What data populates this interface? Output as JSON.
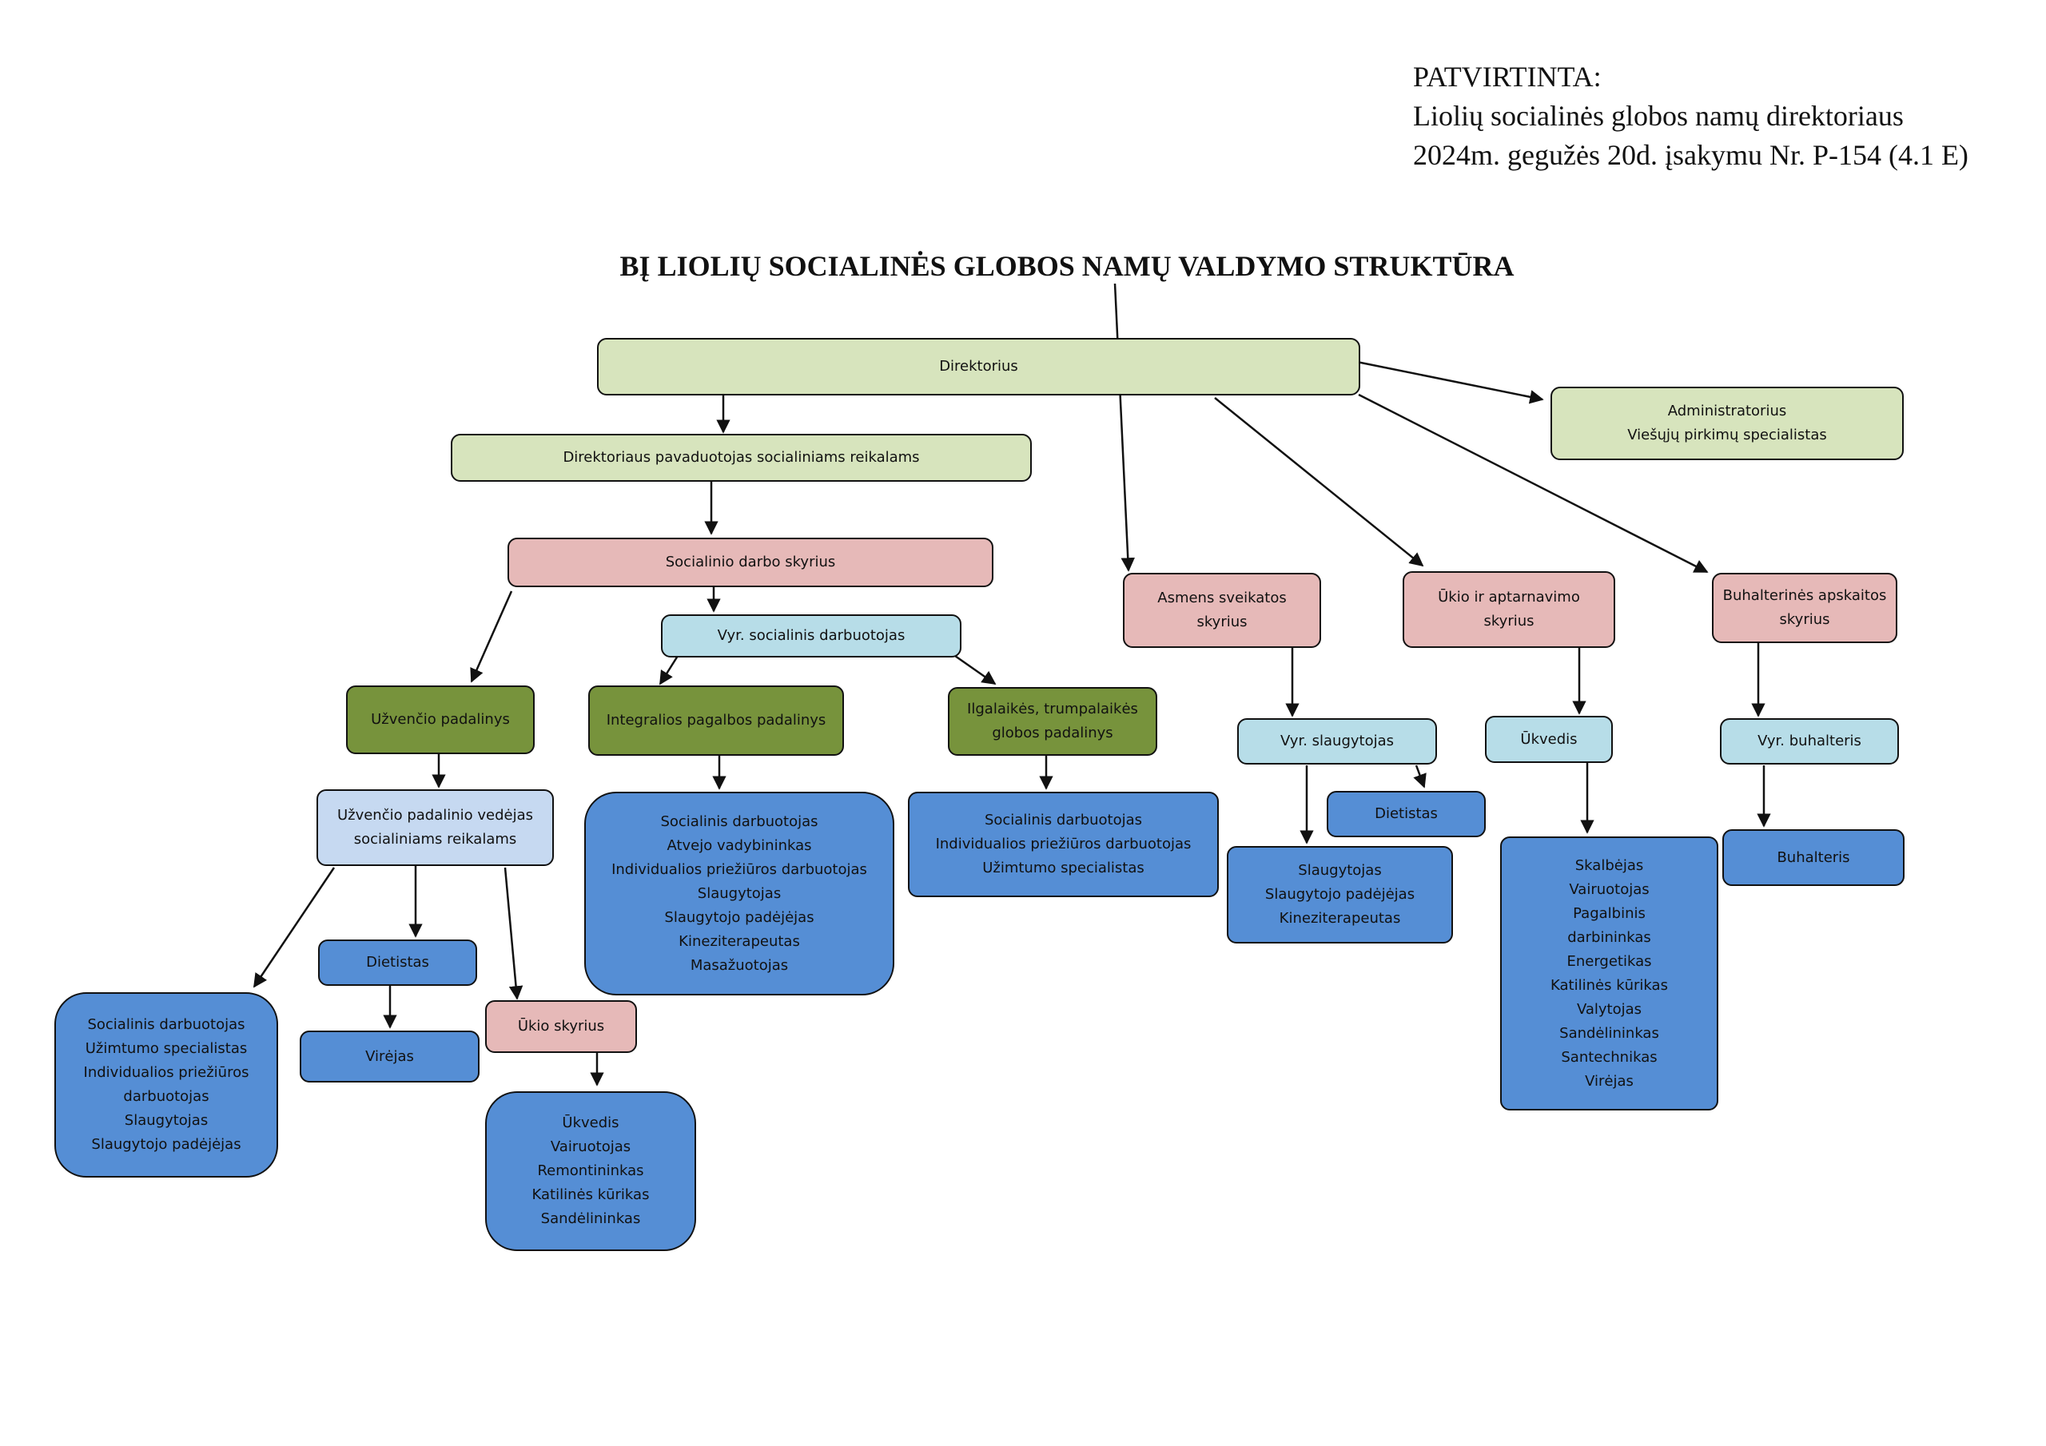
{
  "approval": {
    "lines": [
      "PATVIRTINTA:",
      "Liolių socialinės globos namų direktoriaus",
      "2024m. gegužės 20d. įsakymu Nr. P-154 (4.1 E)"
    ]
  },
  "title": "BĮ LIOLIŲ SOCIALINĖS GLOBOS NAMŲ VALDYMO STRUKTŪRA",
  "colors": {
    "light_green": "#d7e4bd",
    "pink": "#e6b9b8",
    "light_blue": "#b7dde8",
    "pale_blue": "#c6d9f1",
    "olive": "#77933c",
    "blue": "#558ed5"
  },
  "nodes": {
    "direktorius": {
      "lines": [
        "Direktorius"
      ]
    },
    "administratorius": {
      "lines": [
        "Administratorius",
        "Viešųjų pirkimų specialistas"
      ]
    },
    "pavaduotojas": {
      "lines": [
        "Direktoriaus pavaduotojas socialiniams reikalams"
      ]
    },
    "soc_darbo_skyrius": {
      "lines": [
        "Socialinio darbo skyrius"
      ]
    },
    "asmens_sveikatos": {
      "lines": [
        "Asmens sveikatos",
        "skyrius"
      ]
    },
    "ukio_aptarnavimo": {
      "lines": [
        "Ūkio ir aptarnavimo",
        "skyrius"
      ]
    },
    "buhalterines": {
      "lines": [
        "Buhalterinės apskaitos",
        "skyrius"
      ]
    },
    "vyr_soc_darbuotojas": {
      "lines": [
        "Vyr. socialinis darbuotojas"
      ]
    },
    "uzvencio_padalinys": {
      "lines": [
        "Užvenčio padalinys"
      ]
    },
    "integralios": {
      "lines": [
        "Integralios pagalbos padalinys"
      ]
    },
    "ilgalaikes": {
      "lines": [
        "Ilgalaikės, trumpalaikės",
        "globos padalinys"
      ]
    },
    "vyr_slaugytojas": {
      "lines": [
        "Vyr. slaugytojas"
      ]
    },
    "ukvedis_head": {
      "lines": [
        "Ūkvedis"
      ]
    },
    "vyr_buhalteris": {
      "lines": [
        "Vyr. buhalteris"
      ]
    },
    "uzvencio_vedejas": {
      "lines": [
        "Užvenčio padalinio vedėjas",
        "socialiniams reikalams"
      ]
    },
    "integralios_staff": {
      "lines": [
        "Socialinis darbuotojas",
        "Atvejo vadybininkas",
        "Individualios priežiūros darbuotojas",
        "Slaugytojas",
        "Slaugytojo padėjėjas",
        "Kineziterapeutas",
        "Masažuotojas"
      ]
    },
    "ilgalaikes_staff": {
      "lines": [
        "Socialinis darbuotojas",
        "Individualios priežiūros darbuotojas",
        "Užimtumo specialistas"
      ]
    },
    "dietistas_sveikatos": {
      "lines": [
        "Dietistas"
      ]
    },
    "sveikatos_staff": {
      "lines": [
        "Slaugytojas",
        "Slaugytojo padėjėjas",
        "Kineziterapeutas"
      ]
    },
    "ukio_staff": {
      "lines": [
        "Skalbėjas",
        "Vairuotojas",
        "Pagalbinis",
        "darbininkas",
        "Energetikas",
        "Katilinės kūrikas",
        "Valytojas",
        "Sandėlininkas",
        "Santechnikas",
        "Virėjas"
      ]
    },
    "buhalteris": {
      "lines": [
        "Buhalteris"
      ]
    },
    "dietistas_uzvencio": {
      "lines": [
        "Dietistas"
      ]
    },
    "virejas": {
      "lines": [
        "Virėjas"
      ]
    },
    "uzvencio_staff": {
      "lines": [
        "Socialinis darbuotojas",
        "Užimtumo specialistas",
        "Individualios priežiūros",
        "darbuotojas",
        "Slaugytojas",
        "Slaugytojo padėjėjas"
      ]
    },
    "ukio_skyrius": {
      "lines": [
        "Ūkio skyrius"
      ]
    },
    "ukio_skyrius_staff": {
      "lines": [
        "Ūkvedis",
        "Vairuotojas",
        "Remontininkas",
        "Katilinės kūrikas",
        "Sandėlininkas"
      ]
    }
  }
}
